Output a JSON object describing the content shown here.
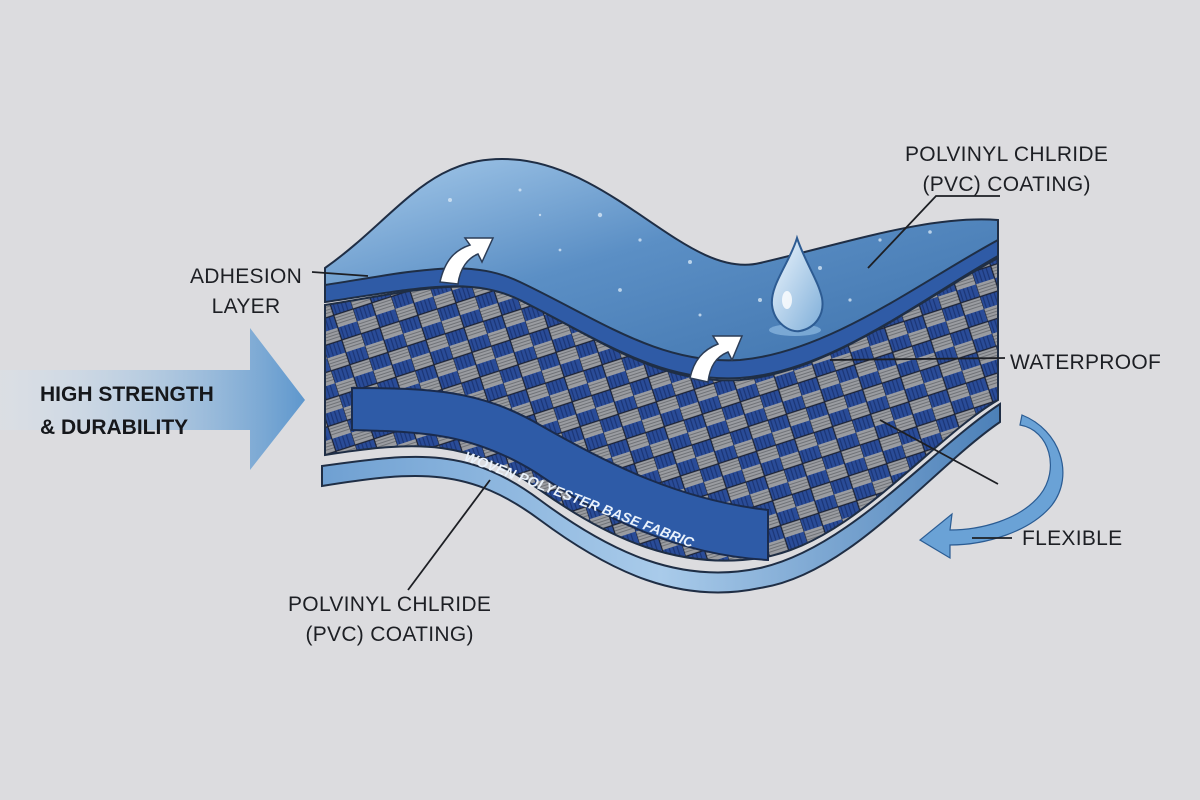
{
  "labels": {
    "pvc_top": "POLVINYL CHLRIDE\n(PVC) COATING)",
    "adhesion": "ADHESION\nLAYER",
    "waterproof": "WATERPROOF",
    "strength": "HIGH STRENGTH\n& DURABILITY",
    "base_fabric": "WOVEN POLYESTER BASE FABRIC",
    "flexible": "FLEXIBLE",
    "pvc_bottom": "POLVINYL CHLRIDE\n(PVC) COATING)"
  },
  "colors": {
    "background": "#dcdcdf",
    "pvc_blue": "#4f86be",
    "pvc_light": "#9cc3e6",
    "fabric_blue": "#2b4f9c",
    "fiber_gray": "#8c8f94",
    "arrow_blue": "#5b95cc"
  },
  "icons": [
    "water-drop-icon",
    "up-arrow-icon",
    "right-arrow-icon",
    "curved-arrow-icon"
  ]
}
